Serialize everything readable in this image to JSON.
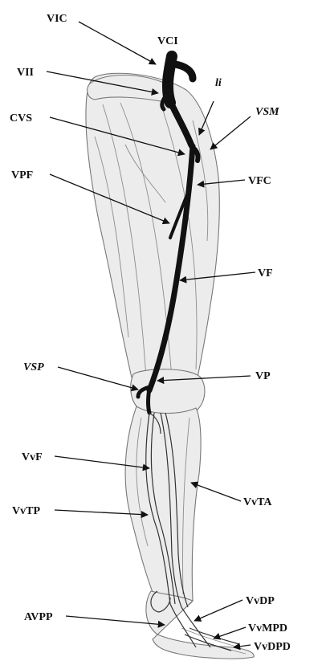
{
  "labels": {
    "vic": "VIC",
    "vci": "VCI",
    "vii": "VII",
    "li": "li",
    "vsm": "VSM",
    "cvs": "CVS",
    "vpf": "VPF",
    "vfc": "VFC",
    "vf": "VF",
    "vsp": "VSP",
    "vp": "VP",
    "vvf": "VvF",
    "vvta": "VvTA",
    "vvtp": "VvTP",
    "vvdp": "VvDP",
    "avpp": "AVPP",
    "vvmpd": "VvMPD",
    "vvdpd": "VvDPD"
  },
  "colors": {
    "vein": "#111111",
    "muscle_fill": "#ececec",
    "muscle_outline": "#777777"
  }
}
